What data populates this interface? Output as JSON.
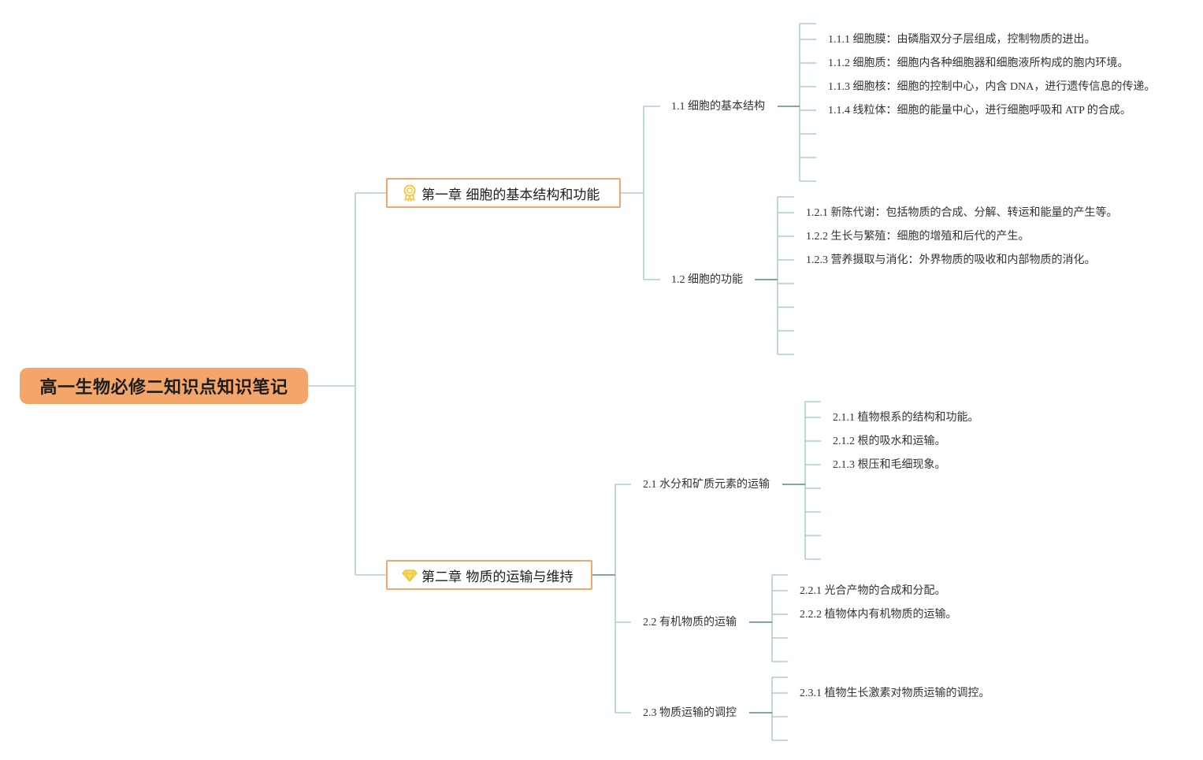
{
  "root": {
    "title": "高一生物必修二知识点知识笔记"
  },
  "chapters": [
    {
      "label": "第一章 细胞的基本结构和功能",
      "icon": "award-ribbon-icon",
      "sections": [
        {
          "label": "1.1 细胞的基本结构",
          "leaves": [
            "1.1.1 细胞膜：由磷脂双分子层组成，控制物质的进出。",
            "1.1.2 细胞质：细胞内各种细胞器和细胞液所构成的胞内环境。",
            "1.1.3 细胞核：细胞的控制中心，内含 DNA，进行遗传信息的传递。",
            "1.1.4 线粒体：细胞的能量中心，进行细胞呼吸和 ATP 的合成。"
          ]
        },
        {
          "label": "1.2 细胞的功能",
          "leaves": [
            "1.2.1 新陈代谢：包括物质的合成、分解、转运和能量的产生等。",
            "1.2.2 生长与繁殖：细胞的增殖和后代的产生。",
            "1.2.3 营养摄取与消化：外界物质的吸收和内部物质的消化。"
          ]
        }
      ]
    },
    {
      "label": "第二章 物质的运输与维持",
      "icon": "diamond-icon",
      "sections": [
        {
          "label": "2.1 水分和矿质元素的运输",
          "leaves": [
            "2.1.1 植物根系的结构和功能。",
            "2.1.2 根的吸水和运输。",
            "2.1.3 根压和毛细现象。"
          ]
        },
        {
          "label": "2.2 有机物质的运输",
          "leaves": [
            "2.2.1 光合产物的合成和分配。",
            "2.2.2 植物体内有机物质的运输。"
          ]
        },
        {
          "label": "2.3 物质运输的调控",
          "leaves": [
            "2.3.1 植物生长激素对物质运输的调控。"
          ]
        }
      ]
    }
  ],
  "colors": {
    "root_fill": "#f4a56a",
    "chapter_border": "#f0a66c",
    "connector": "#9fc5b7",
    "connector_dark": "#5c8f80",
    "icon_gold": "#f2c84b"
  }
}
